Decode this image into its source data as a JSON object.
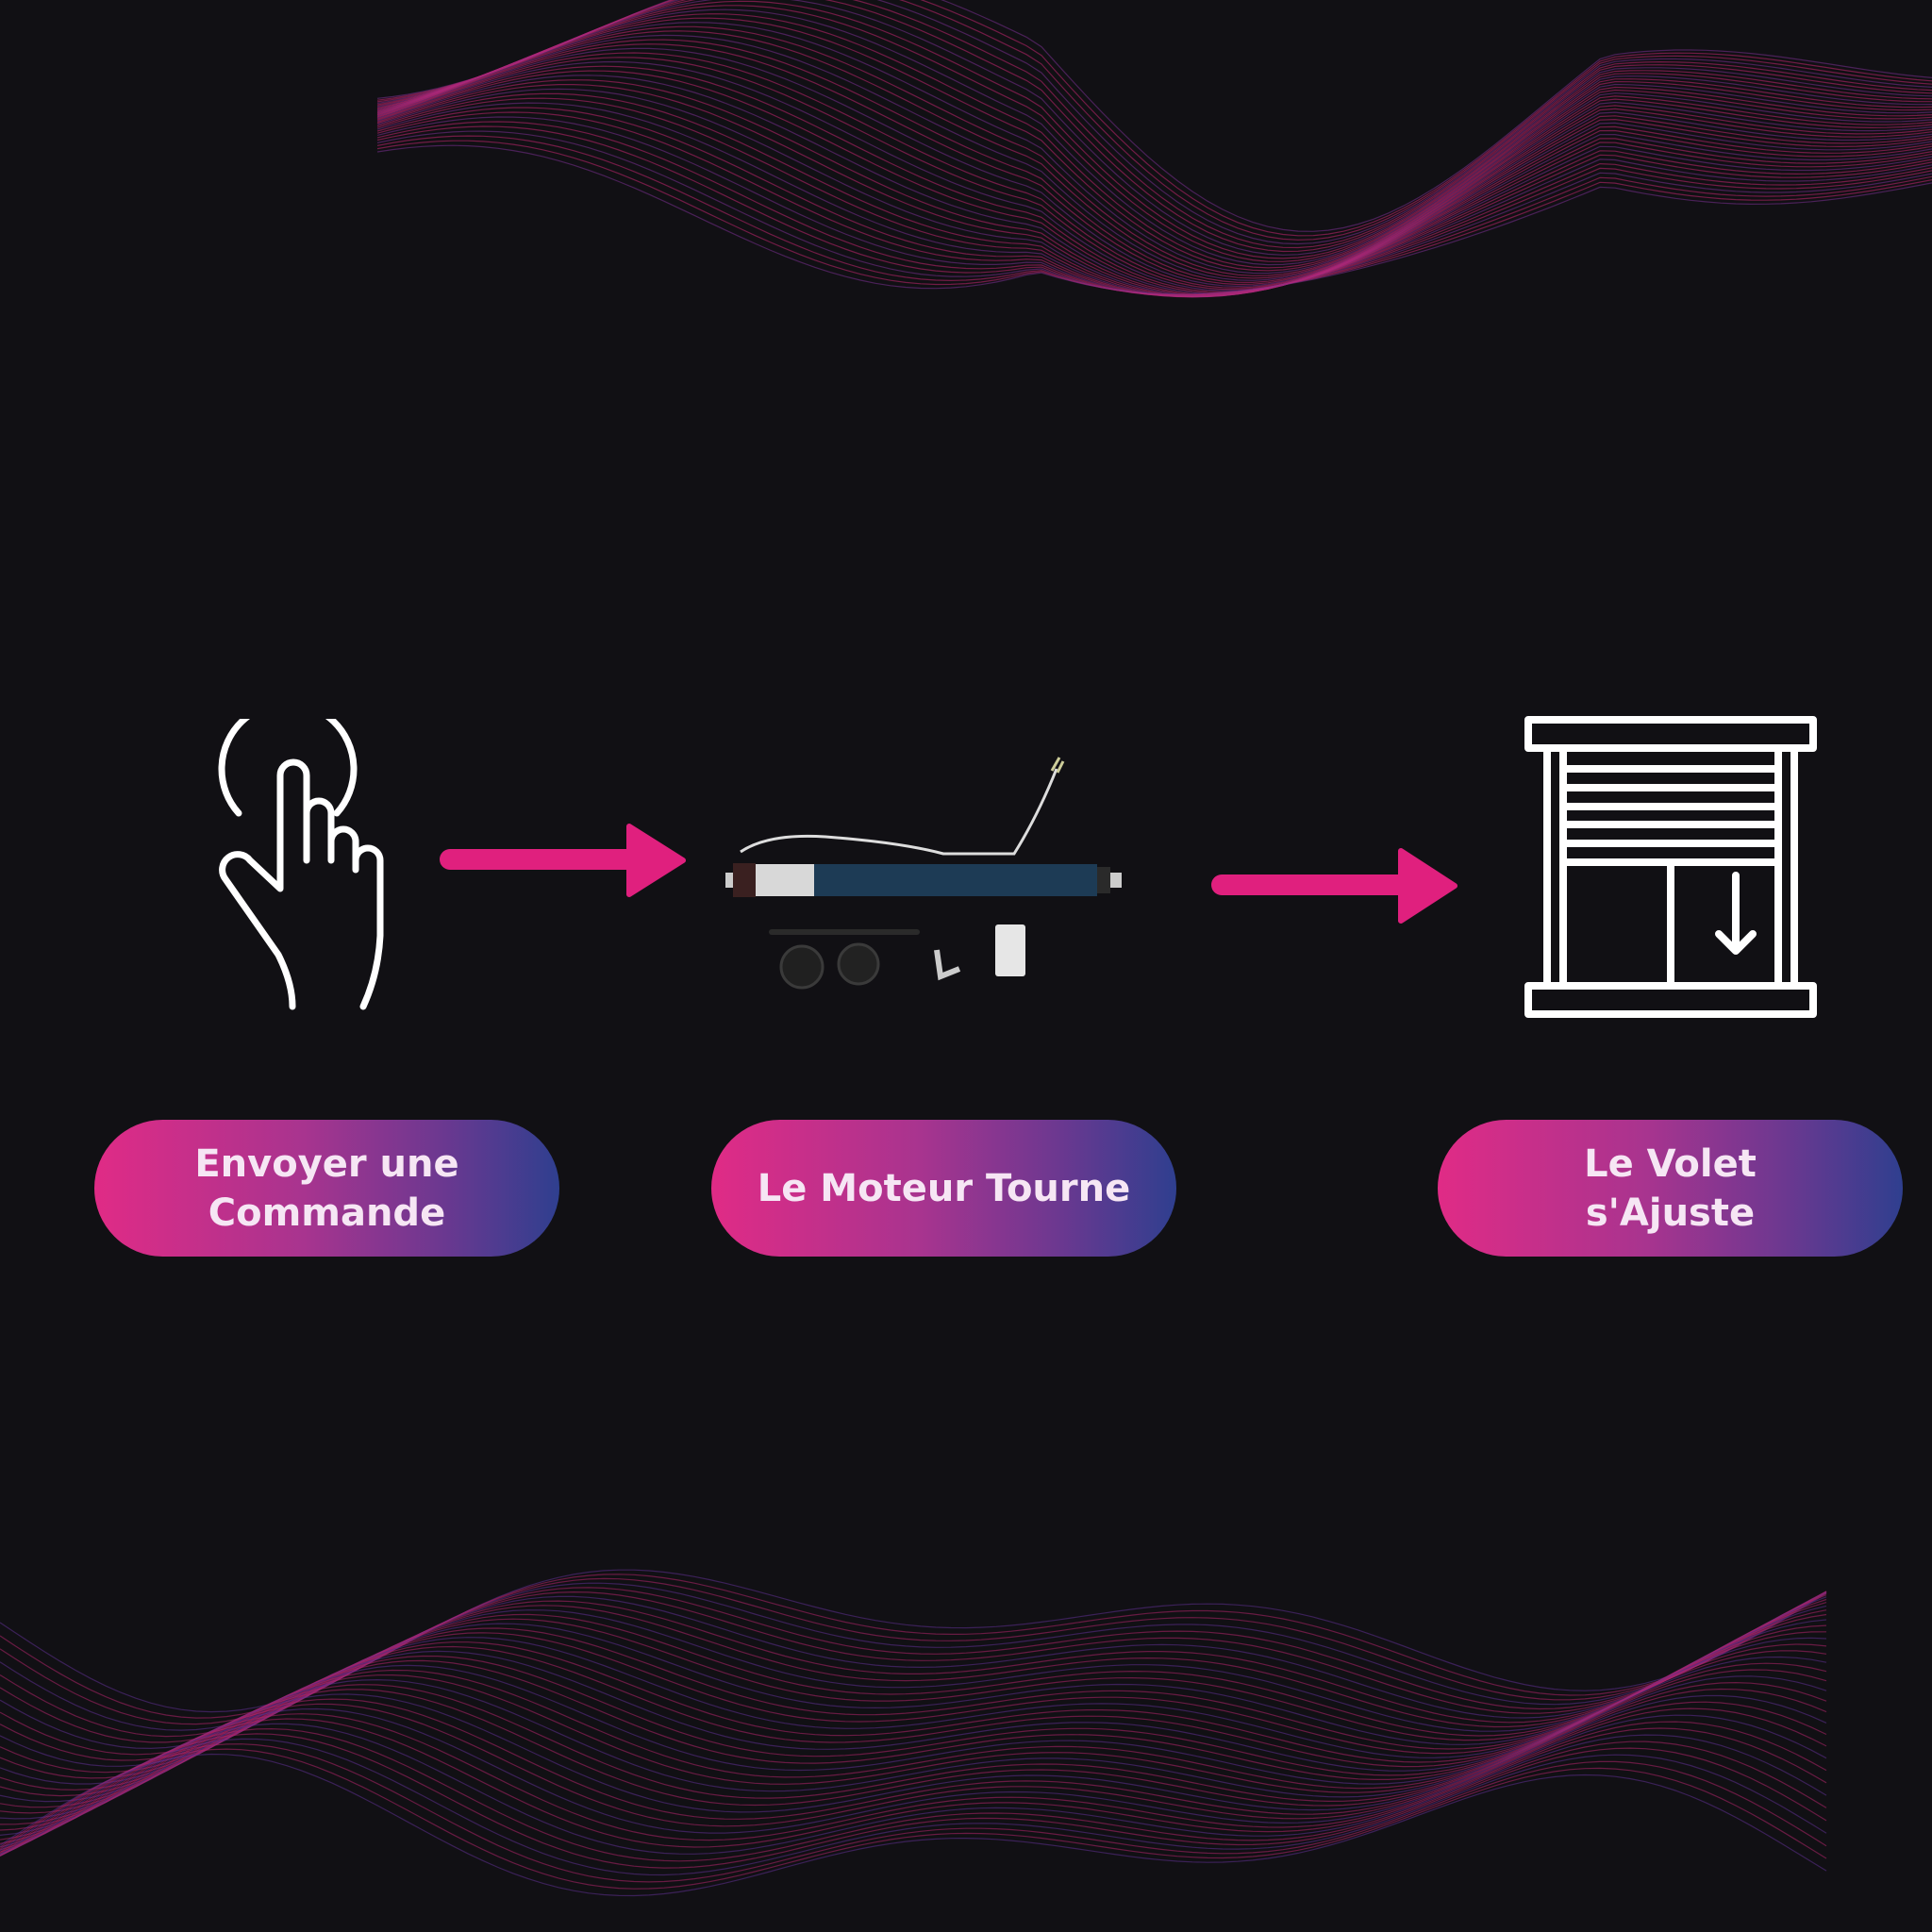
{
  "steps": [
    {
      "label": "Envoyer une\nCommande",
      "icon": "hand-tap-icon"
    },
    {
      "label": "Le Moteur Tourne",
      "icon": "tubular-motor-image"
    },
    {
      "label": "Le Volet\ns'Ajuste",
      "icon": "roller-shutter-icon"
    }
  ],
  "colors": {
    "background": "#111014",
    "arrow": "#e0207e",
    "gradient_start": "#e02b86",
    "gradient_end": "#2f3f8f"
  }
}
